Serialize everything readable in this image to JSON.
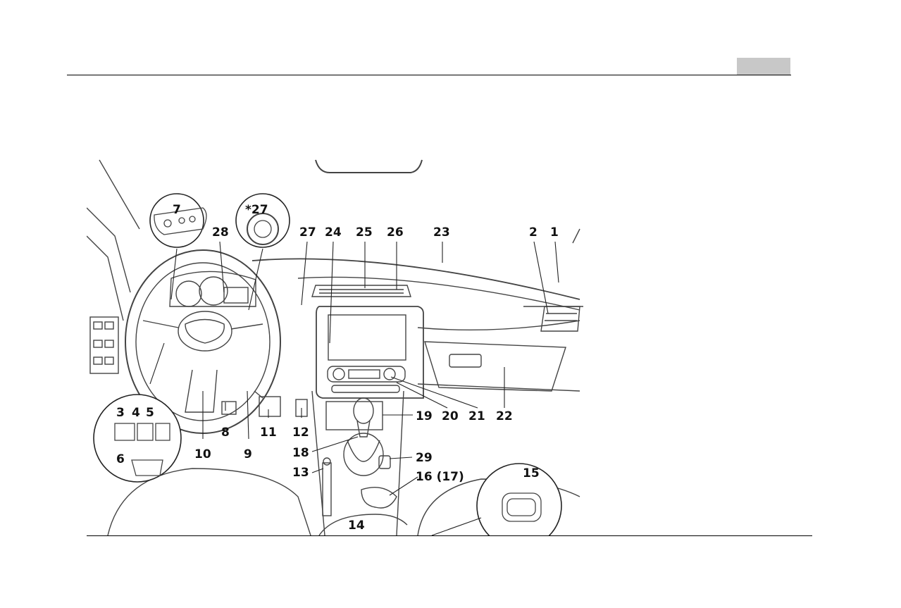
{
  "labels": {
    "l1": "1",
    "l2": "2",
    "l3": "3",
    "l4": "4",
    "l5": "5",
    "l6": "6",
    "l7": "7",
    "l8": "8",
    "l9": "9",
    "l10": "10",
    "l11": "11",
    "l12": "12",
    "l13": "13",
    "l14": "14",
    "l15": "15",
    "l16": "16 (17)",
    "l18": "18",
    "l19": "19",
    "l20": "20",
    "l21": "21",
    "l22": "22",
    "l23": "23",
    "l24": "24",
    "l25": "25",
    "l26": "26",
    "l27": "27",
    "l27s": "*27",
    "l28": "28",
    "l29": "29"
  }
}
